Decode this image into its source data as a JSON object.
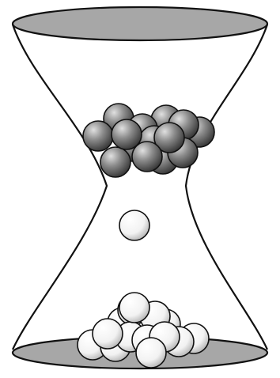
{
  "figure": {
    "subject": "hourglass",
    "colors": {
      "outline": "#111111",
      "cap_fill": "#a7a7a7",
      "background": "#ffffff",
      "dark_ball_light": "#d9d9d9",
      "dark_ball_shadow": "#3a3a3a",
      "light_ball_light": "#ffffff",
      "light_ball_shadow": "#b8b8b8"
    },
    "upper_chamber": {
      "ball_color": "dark-gray",
      "ball_count": 14
    },
    "falling": {
      "ball_color": "white",
      "ball_count": 1
    },
    "lower_chamber": {
      "ball_color": "white",
      "ball_count": 14
    }
  }
}
